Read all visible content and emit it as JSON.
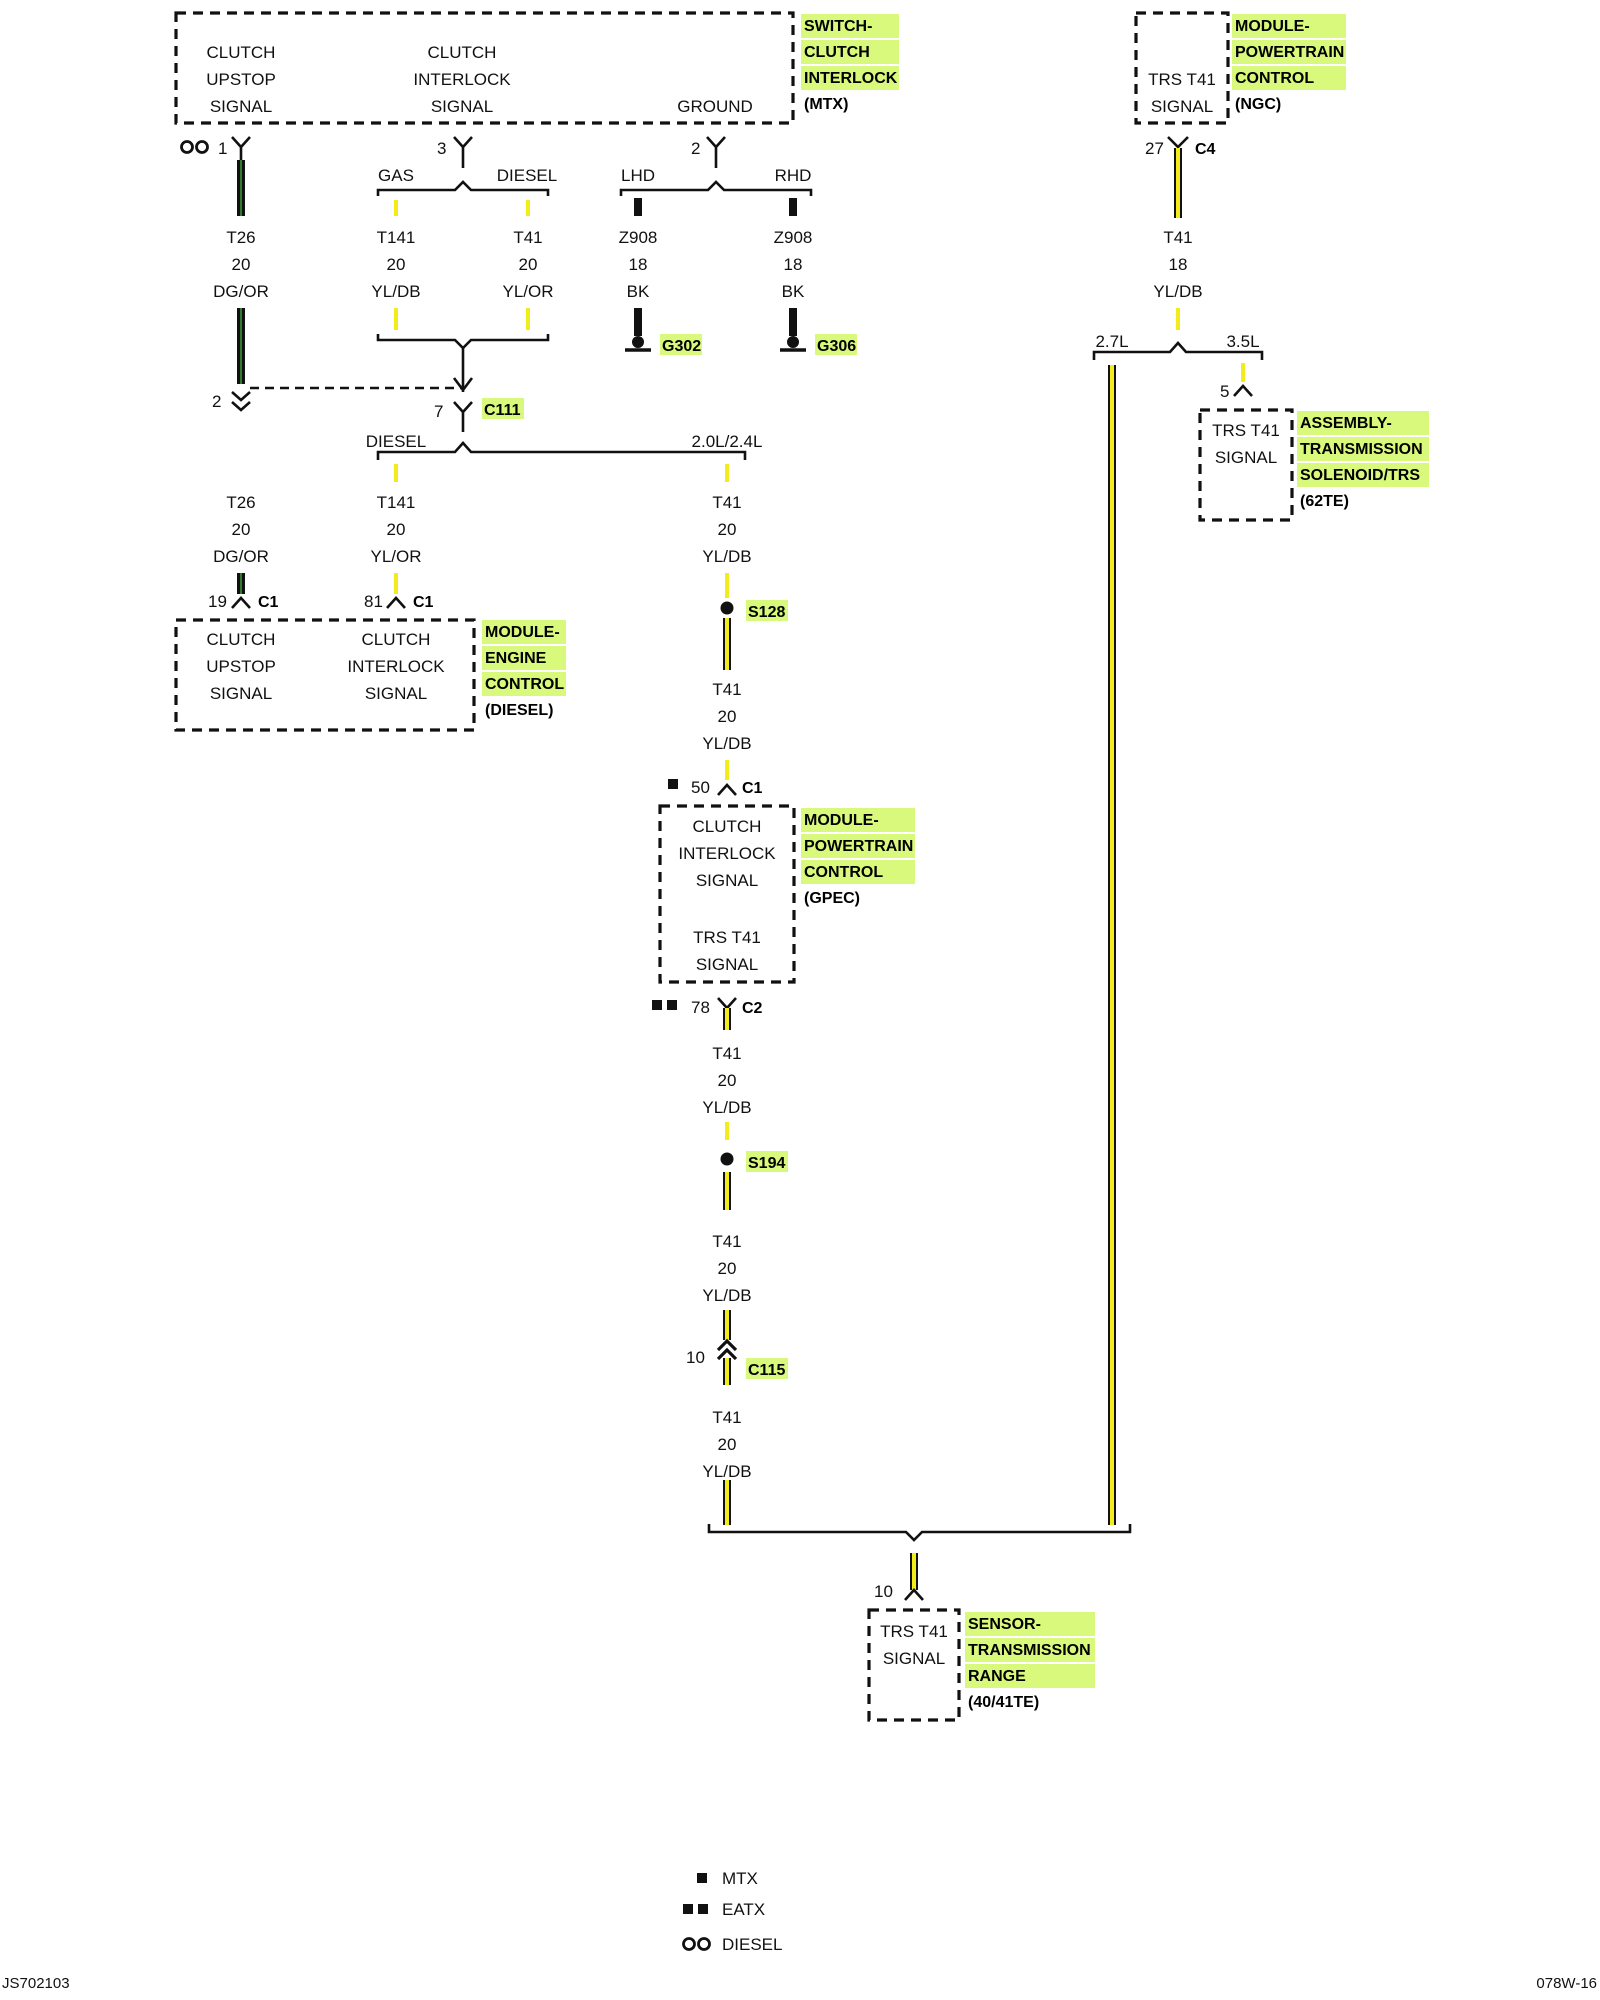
{
  "components": {
    "switch_clutch": {
      "name": [
        "SWITCH-",
        "CLUTCH",
        "INTERLOCK"
      ],
      "variant": "(MTX)",
      "pins": [
        "CLUTCH",
        "UPSTOP",
        "SIGNAL",
        "CLUTCH",
        "INTERLOCK",
        "SIGNAL",
        "GROUND"
      ]
    },
    "pcm_ngc": {
      "name": [
        "MODULE-",
        "POWERTRAIN",
        "CONTROL"
      ],
      "variant": "(NGC)",
      "pin": [
        "TRS T41",
        "SIGNAL"
      ]
    },
    "ecm_diesel": {
      "name": [
        "MODULE-",
        "ENGINE",
        "CONTROL"
      ],
      "variant": "(DIESEL)",
      "pins": [
        "CLUTCH",
        "UPSTOP",
        "SIGNAL",
        "CLUTCH",
        "INTERLOCK",
        "SIGNAL"
      ]
    },
    "pcm_gpec": {
      "name": [
        "MODULE-",
        "POWERTRAIN",
        "CONTROL"
      ],
      "variant": "(GPEC)",
      "pins": [
        "CLUTCH",
        "INTERLOCK",
        "SIGNAL",
        "TRS T41",
        "SIGNAL"
      ]
    },
    "trs_solenoid": {
      "name": [
        "ASSEMBLY-",
        "TRANSMISSION",
        "SOLENOID/TRS"
      ],
      "variant": "(62TE)",
      "pin": [
        "TRS T41",
        "SIGNAL"
      ]
    },
    "trs_sensor": {
      "name": [
        "SENSOR-",
        "TRANSMISSION",
        "RANGE"
      ],
      "variant": "(40/41TE)",
      "pin": [
        "TRS T41",
        "SIGNAL"
      ]
    }
  },
  "wires": [
    [
      "T26",
      "20",
      "DG/OR"
    ],
    [
      "T141",
      "20",
      "YL/DB"
    ],
    [
      "T41",
      "20",
      "YL/OR"
    ],
    [
      "Z908",
      "18",
      "BK"
    ],
    [
      "Z908",
      "18",
      "BK"
    ],
    [
      "T41",
      "18",
      "YL/DB"
    ],
    [
      "T26",
      "20",
      "DG/OR"
    ],
    [
      "T141",
      "20",
      "YL/OR"
    ],
    [
      "T41",
      "20",
      "YL/DB"
    ],
    [
      "T41",
      "20",
      "YL/DB"
    ],
    [
      "T41",
      "20",
      "YL/DB"
    ],
    [
      "T41",
      "20",
      "YL/DB"
    ],
    [
      "T41",
      "20",
      "YL/DB"
    ]
  ],
  "branches": [
    "GAS",
    "DIESEL",
    "LHD",
    "RHD",
    "2.7L",
    "3.5L",
    "DIESEL",
    "2.0L/2.4L"
  ],
  "pin_numbers": [
    "1",
    "3",
    "2",
    "27",
    "5",
    "2",
    "7",
    "19",
    "81",
    "50",
    "78",
    "10",
    "10"
  ],
  "connectors": [
    "C4",
    "C111",
    "C1",
    "C1",
    "C1",
    "C2",
    "C115"
  ],
  "grounds": [
    "G302",
    "G306"
  ],
  "splices": [
    "S128",
    "S194"
  ],
  "legend": [
    "MTX",
    "EATX",
    "DIESEL"
  ],
  "footer": {
    "left": "JS702103",
    "right": "078W-16"
  },
  "colors": {
    "wire_yellow": "#f2ec1a",
    "wire_green": "#2f7a2f",
    "highlight": "#d9f97c"
  }
}
